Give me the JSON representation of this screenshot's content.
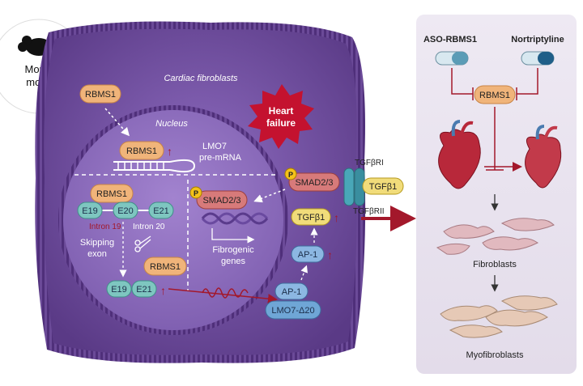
{
  "mouse_model": {
    "label_line1": "Mouse",
    "label_line2": "model"
  },
  "cell": {
    "title": "Cardiac fibroblasts",
    "nucleus_label": "Nucleus"
  },
  "heart_failure": {
    "line1": "Heart",
    "line2": "failure"
  },
  "rbms1": {
    "label": "RBMS1"
  },
  "pre_mrna": {
    "line1": "LMO7",
    "line2": "pre-mRNA"
  },
  "exons": {
    "e19": "E19",
    "e20": "E20",
    "e21": "E21"
  },
  "introns": {
    "i19": "Intron 19",
    "i20": "Intron 20"
  },
  "skipping": {
    "line1": "Skipping",
    "line2": "exon"
  },
  "smad": {
    "label": "SMAD2/3",
    "phospho": "P"
  },
  "fibrogenic": {
    "line1": "Fibrogenic",
    "line2": "genes"
  },
  "receptors": {
    "r1": "TGFβRI",
    "r2": "TGFβRII",
    "ligand": "TGFβ1"
  },
  "tgfb1": {
    "label": "TGFβ1"
  },
  "ap1": {
    "label": "AP-1"
  },
  "lmo7_d20": {
    "label": "LMO7-Δ20"
  },
  "up_arrow": "↑",
  "down_arrow": "↓",
  "right_panel": {
    "aso_label": "ASO-RBMS1",
    "nortriptyline_label": "Nortriptyline",
    "rbms1_label": "RBMS1",
    "fibroblasts_label": "Fibroblasts",
    "myofibroblasts_label": "Myofibroblasts"
  },
  "colors": {
    "cell_fill": "#6f4a9e",
    "nucleus_fill": "#8a68b8",
    "rbms1_fill": "#f0b47a",
    "exon_fill": "#7ec6c0",
    "smad_fill": "#d77a7a",
    "tgfb_fill": "#f1dc7a",
    "ap1_fill": "#8cb7e2",
    "accent_red": "#a3182b",
    "panel_fill": "#e9e4ef",
    "heart_failure_fill": "#c4122f"
  }
}
